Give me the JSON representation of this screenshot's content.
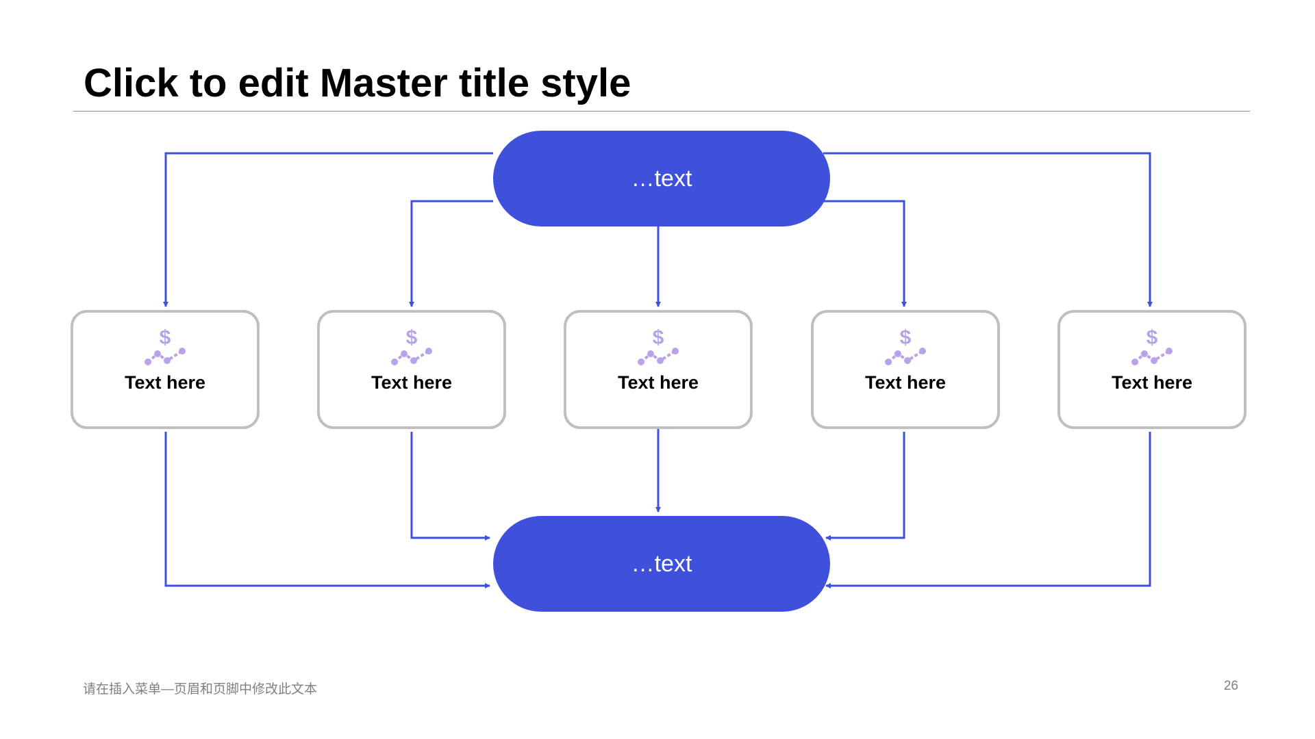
{
  "slide": {
    "title": "Click to edit Master title style",
    "footer_text": "请在插入菜单—页眉和页脚中修改此文本",
    "page_number": "26"
  },
  "diagram": {
    "top_node": {
      "label": "…text"
    },
    "bottom_node": {
      "label": "…text"
    },
    "items": [
      {
        "label": "Text here",
        "icon": "dollar-trend-icon"
      },
      {
        "label": "Text here",
        "icon": "dollar-trend-icon"
      },
      {
        "label": "Text here",
        "icon": "dollar-trend-icon"
      },
      {
        "label": "Text here",
        "icon": "dollar-trend-icon"
      },
      {
        "label": "Text here",
        "icon": "dollar-trend-icon"
      }
    ]
  },
  "colors": {
    "accent_blue": "#3f51db",
    "box_border": "#bfbfbf",
    "icon_purple": "#b8a3ea",
    "footer_gray": "#7f7f7f"
  }
}
